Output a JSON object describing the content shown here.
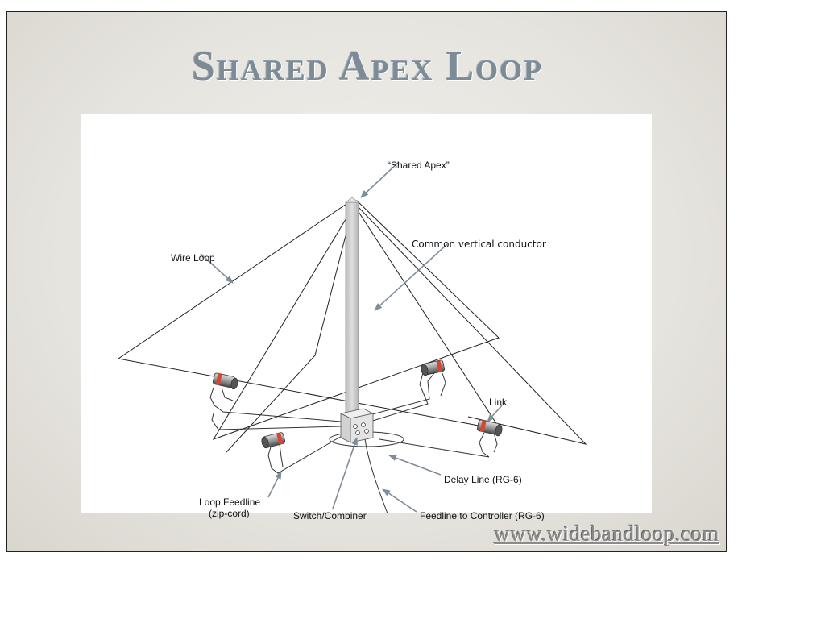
{
  "slide": {
    "title": "Shared Apex Loop",
    "footer": "www.widebandloop.com"
  },
  "diagram": {
    "labels": {
      "shared_apex": "“Shared Apex”",
      "common_vertical": "Common vertical conductor",
      "wire_loop": "Wire Loop",
      "link": "Link",
      "delay_line": "Delay Line (RG-6)",
      "loop_feedline_1": "Loop Feedline",
      "loop_feedline_2": "(zip-cord)",
      "switch_combiner": "Switch/Combiner",
      "feedline_controller": "Feedline to Controller (RG-6)"
    },
    "colors": {
      "arrow": "#7f8c99",
      "mast": "#cfcfcf",
      "coil_band": "#d9452f"
    }
  }
}
